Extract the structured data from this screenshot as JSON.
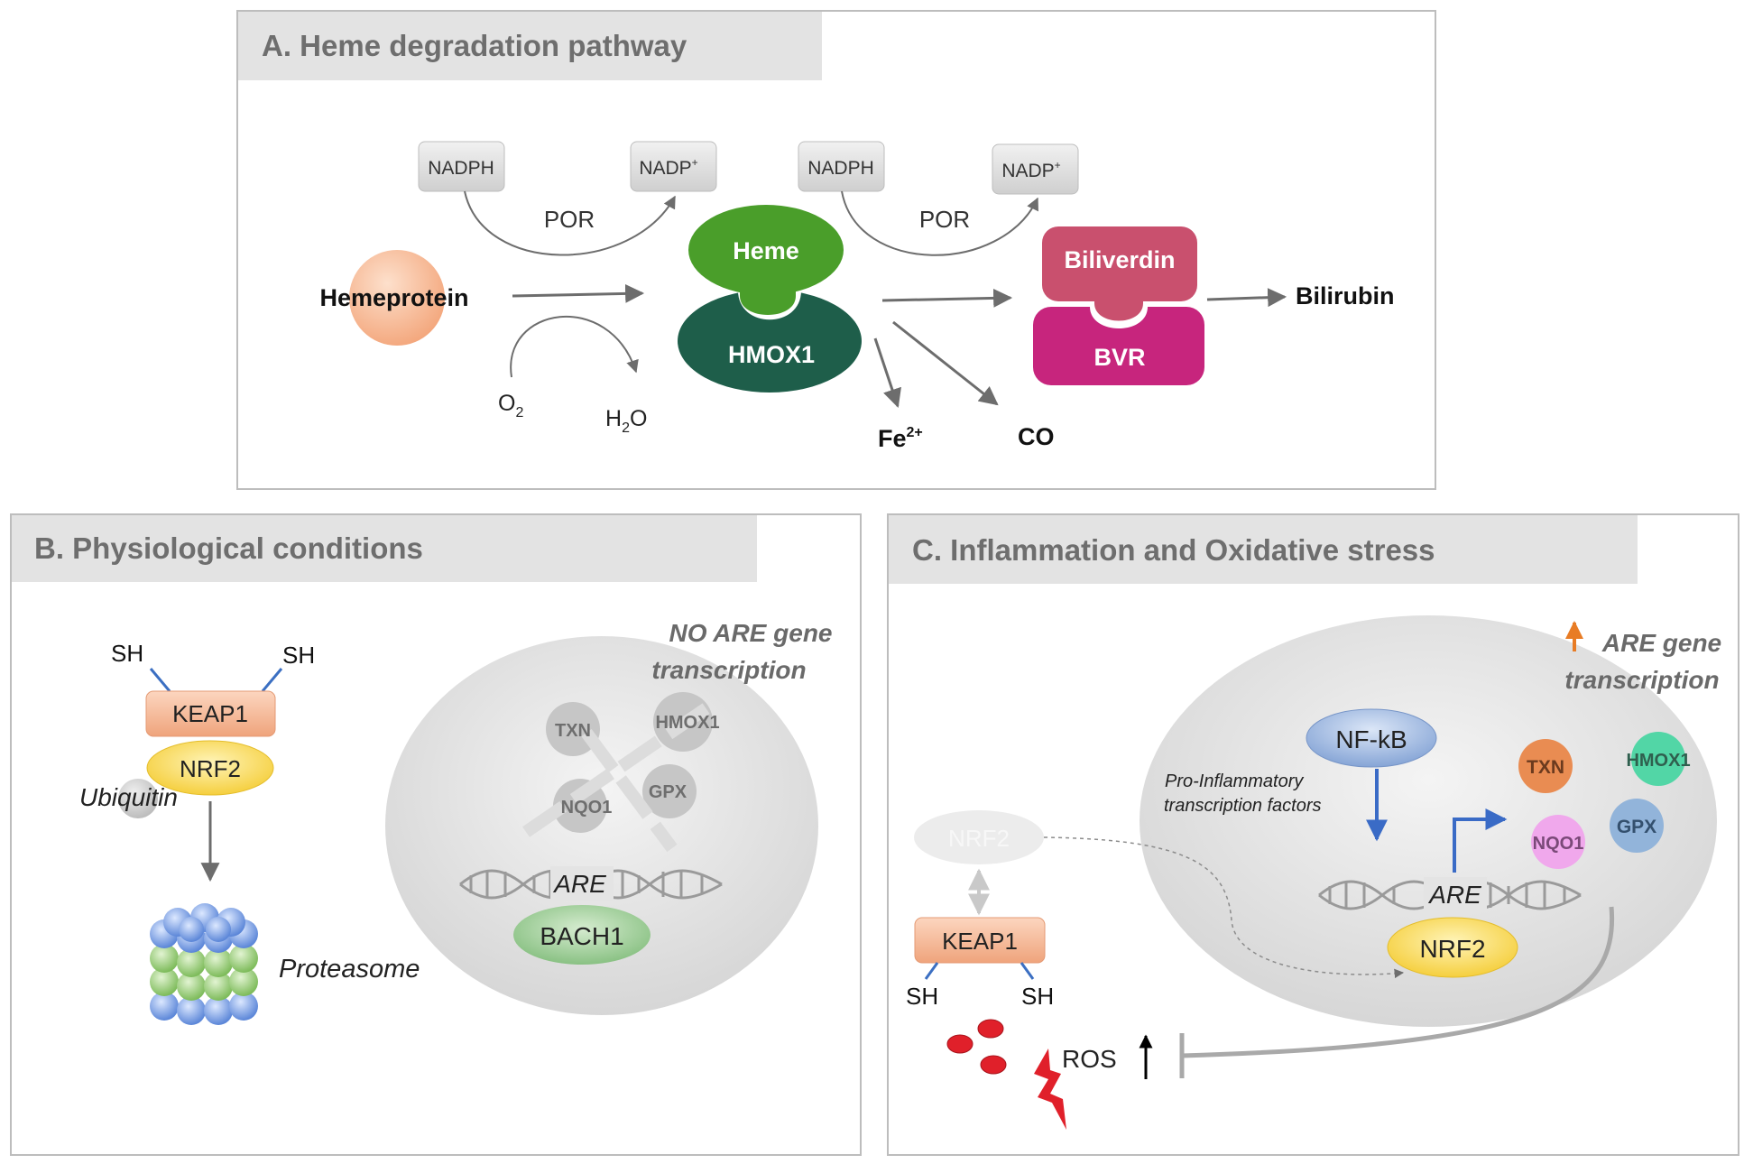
{
  "panelA": {
    "title": "A. Heme degradation pathway",
    "nadph1": "NADPH",
    "nadp1": "NADP",
    "nadp_sup": "+",
    "por1": "POR",
    "nadph2": "NADPH",
    "nadp2": "NADP",
    "por2": "POR",
    "hemeprotein": "Hemeprotein",
    "heme": "Heme",
    "hmox1": "HMOX1",
    "biliverdin": "Biliverdin",
    "bvr": "BVR",
    "bilirubin": "Bilirubin",
    "o2": "O",
    "o2_sub": "2",
    "h2o_h": "H",
    "h2o_sub": "2",
    "h2o_o": "O",
    "fe": "Fe",
    "fe_sup": "2+",
    "co": "CO"
  },
  "panelB": {
    "title": "B. Physiological conditions",
    "sh_left": "SH",
    "sh_right": "SH",
    "keap1": "KEAP1",
    "nrf2": "NRF2",
    "ubiquitin": "Ubiquitin",
    "proteasome": "Proteasome",
    "no_are_line1": "NO ARE gene",
    "no_are_line2": "transcription",
    "txn": "TXN",
    "hmox1": "HMOX1",
    "gpx": "GPX",
    "nqo1": "NQO1",
    "are": "ARE",
    "bach1": "BACH1"
  },
  "panelC": {
    "title": "C. Inflammation and Oxidative stress",
    "are_line1": "ARE gene",
    "are_line2": "transcription",
    "nfkb": "NF-kB",
    "pro_line1": "Pro-Inflammatory",
    "pro_line2": "transcription factors",
    "nrf2_faded": "NRF2",
    "keap1": "KEAP1",
    "sh_left": "SH",
    "sh_right": "SH",
    "txn": "TXN",
    "hmox1": "HMOX1",
    "nqo1": "NQO1",
    "gpx": "GPX",
    "are": "ARE",
    "nrf2": "NRF2",
    "ros": "ROS"
  },
  "colors": {
    "heme_green": "#4a9e2a",
    "hmox1_dark": "#1e5e4a",
    "biliverdin_pink": "#c9506e",
    "bvr_magenta": "#c7257d",
    "keap1_peach": "#f2b08c",
    "nrf2_yellow": "#f7d44a",
    "bach1_green": "#8fc488",
    "nfkb_blue": "#8aa8d8",
    "txn_orange": "#e98c52",
    "hmox1_teal": "#52d6a6",
    "nqo1_pink": "#f0a8ec",
    "gpx_blue": "#92b4da",
    "ros_red": "#e0202a",
    "up_orange": "#e87c25",
    "arrow_blue": "#3a6bc6"
  }
}
